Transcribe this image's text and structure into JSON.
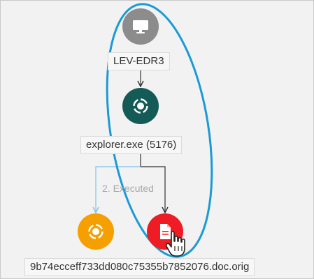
{
  "graph": {
    "host": {
      "label": "LEV-EDR3",
      "icon": "monitor-icon",
      "color": "#8c8c8c"
    },
    "process": {
      "label": "explorer.exe (5176)",
      "icon": "process-icon",
      "color": "#145a57"
    },
    "child_process": {
      "icon": "process-icon",
      "color": "#f5a000"
    },
    "file": {
      "label": "9b74ecceff733dd080c75355b7852076.doc.orig",
      "icon": "document-icon",
      "color": "#ee1c25"
    },
    "edge_label": "2. Executed"
  },
  "colors": {
    "edge_dark": "#333333",
    "edge_light": "#7ec4e8",
    "highlight_ellipse": "#1a9ad6",
    "background": "#f2f2f2"
  },
  "cursor": {
    "icon": "hand-pointer-icon"
  }
}
